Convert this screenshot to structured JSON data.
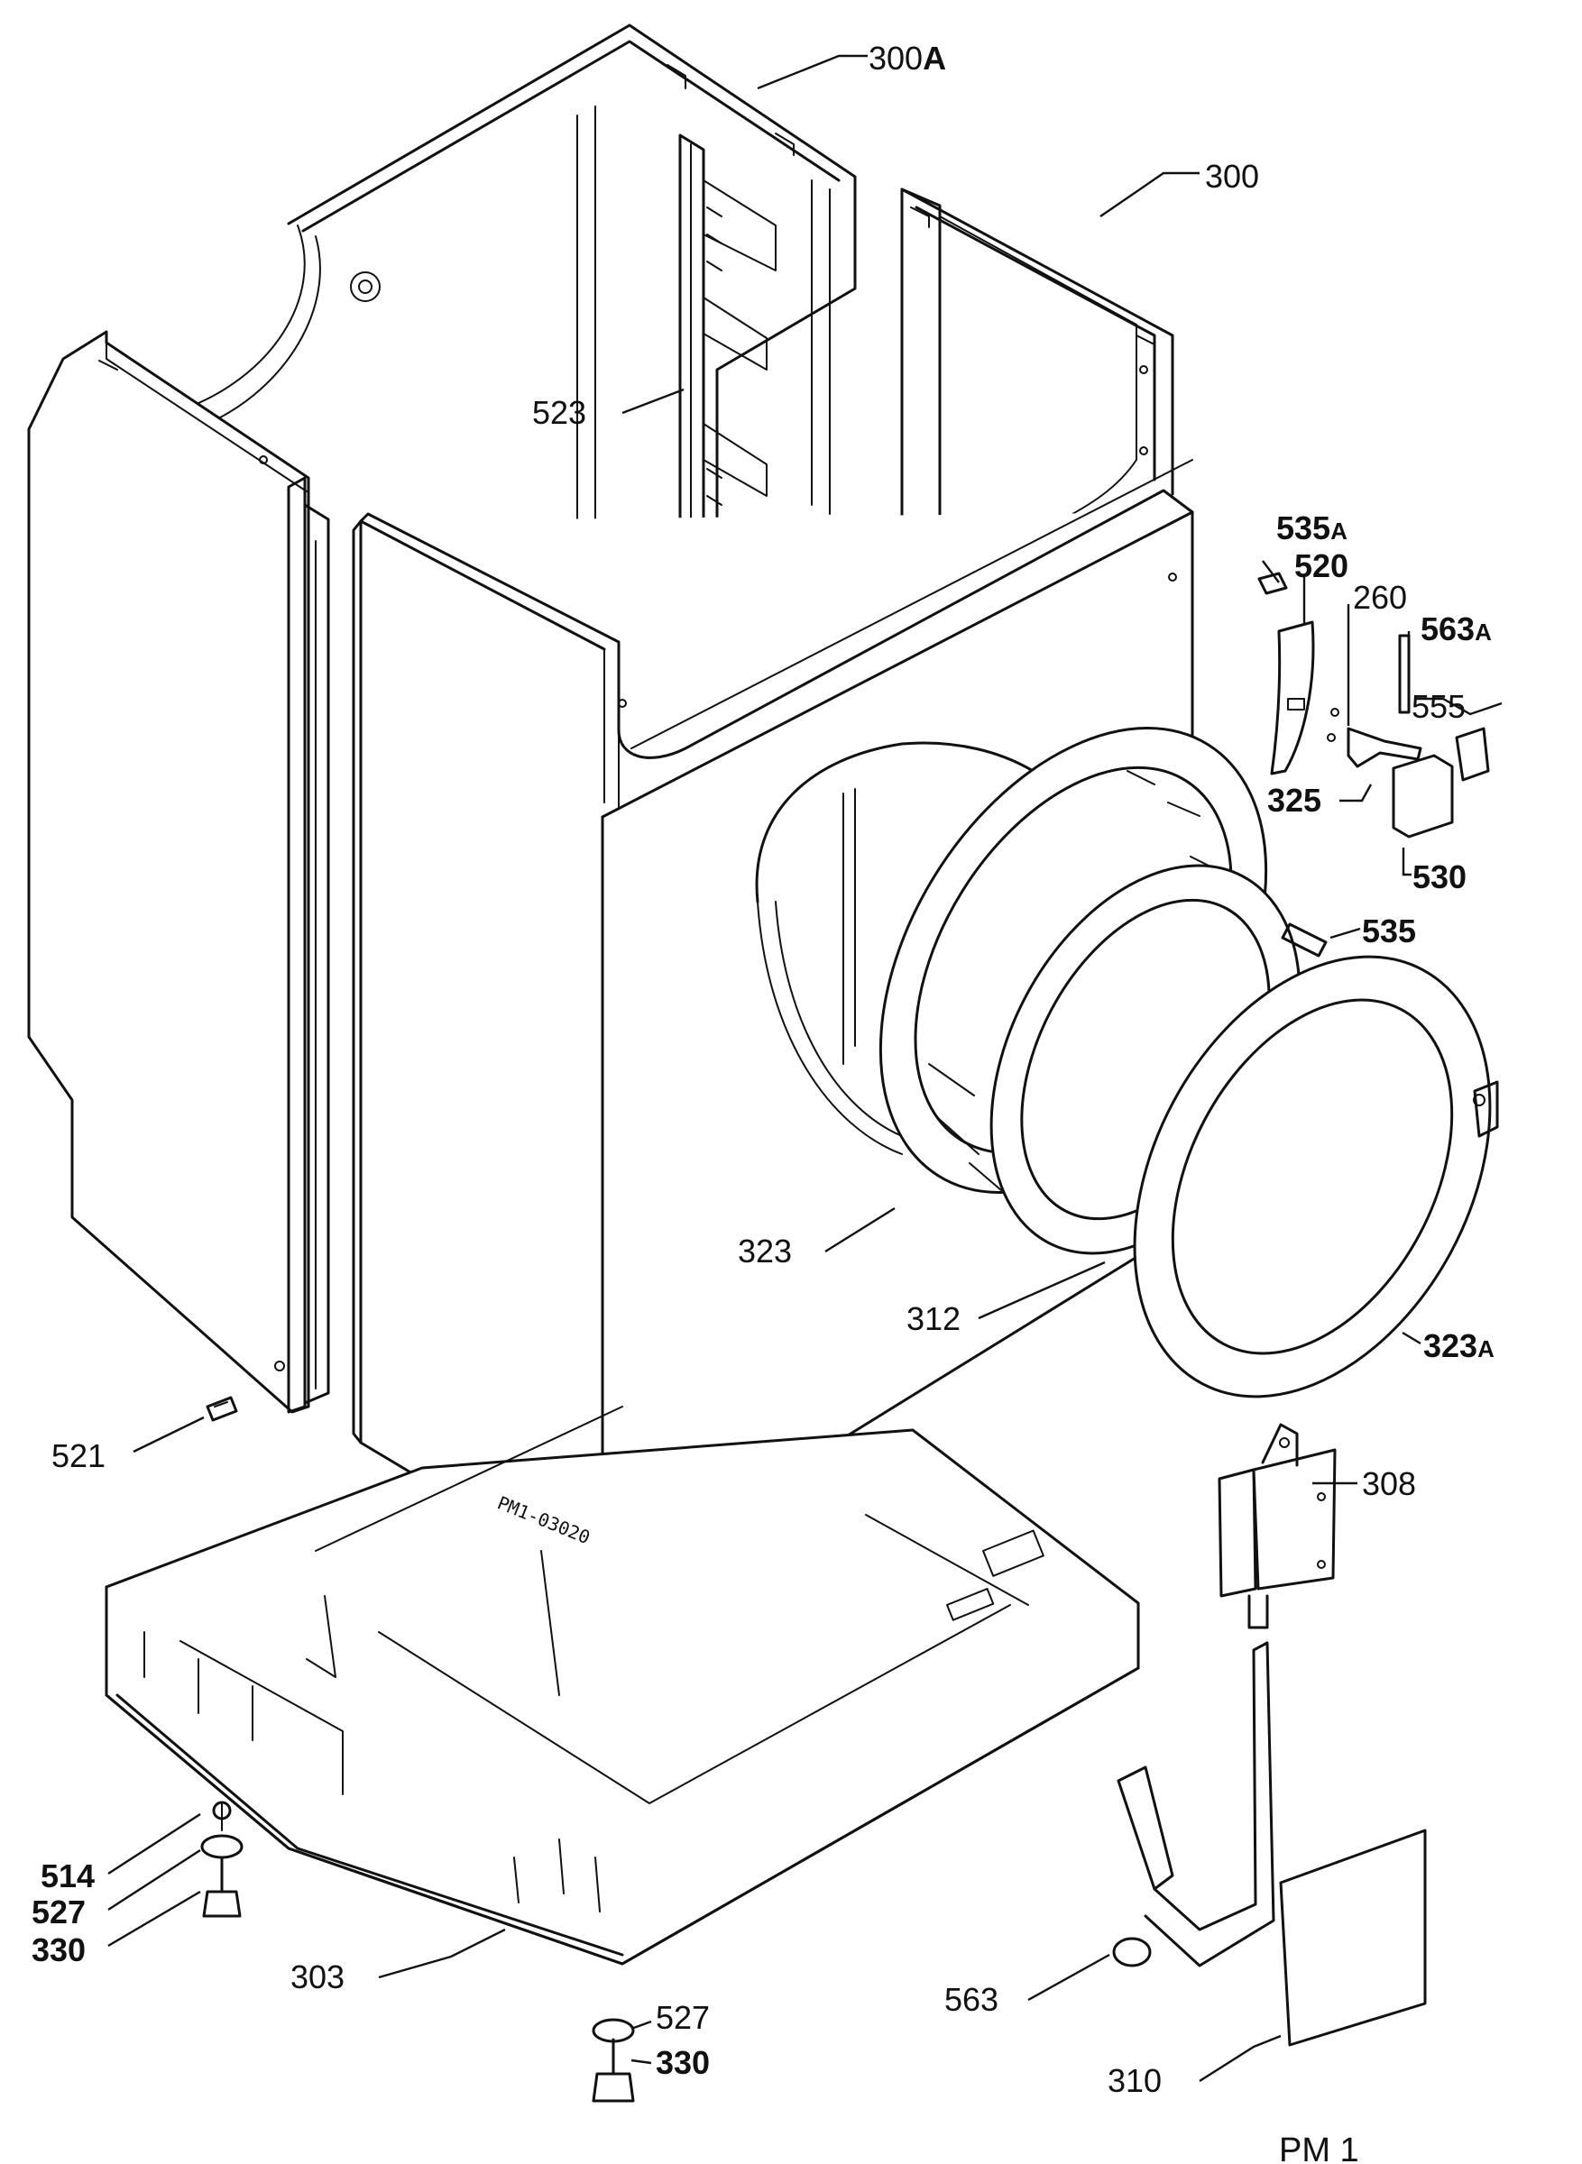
{
  "sheet_id": "PM 1",
  "stamp": "PM1-03020",
  "labels": {
    "l300A": {
      "num": "300",
      "suffix": "A"
    },
    "l300": {
      "num": "300"
    },
    "l523": {
      "num": "523"
    },
    "l535A": {
      "num": "535",
      "suffix": "A"
    },
    "l520": {
      "num": "520"
    },
    "l260": {
      "num": "260"
    },
    "l563A": {
      "num": "563",
      "suffix": "A"
    },
    "l555": {
      "num": "555"
    },
    "l325": {
      "num": "325"
    },
    "l530": {
      "num": "530"
    },
    "l535": {
      "num": "535"
    },
    "l323": {
      "num": "323"
    },
    "l312": {
      "num": "312"
    },
    "l323A": {
      "num": "323",
      "suffix": "A"
    },
    "l521": {
      "num": "521"
    },
    "l308": {
      "num": "308"
    },
    "l514": {
      "num": "514"
    },
    "l527a": {
      "num": "527"
    },
    "l330a": {
      "num": "330"
    },
    "l303": {
      "num": "303"
    },
    "l527b": {
      "num": "527"
    },
    "l330b": {
      "num": "330"
    },
    "l563": {
      "num": "563"
    },
    "l310": {
      "num": "310"
    }
  }
}
